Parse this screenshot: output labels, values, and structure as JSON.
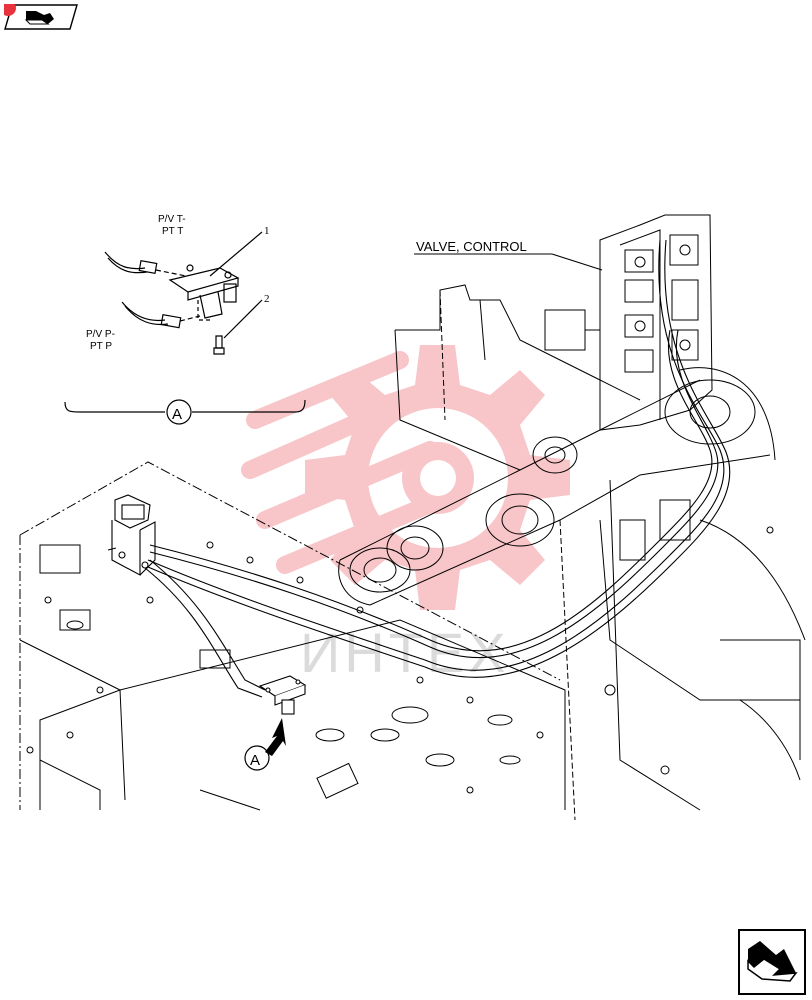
{
  "labels": {
    "valve_control": "VALVE, CONTROL",
    "pv_t_line1": "P/V T-",
    "pv_t_line2": "PT T",
    "pv_p_line1": "P/V P-",
    "pv_p_line2": "PT P",
    "callout_1": "1",
    "callout_2": "2",
    "detail_a_top": "A",
    "detail_a_bottom": "A"
  },
  "watermark": {
    "text": "ИНТЕХ",
    "color": "#e8323c"
  },
  "colors": {
    "line": "#000000",
    "badge": "#e8323c"
  },
  "icons": {
    "top": "previous-page-arrow-icon",
    "bottom": "next-page-arrow-icon"
  }
}
